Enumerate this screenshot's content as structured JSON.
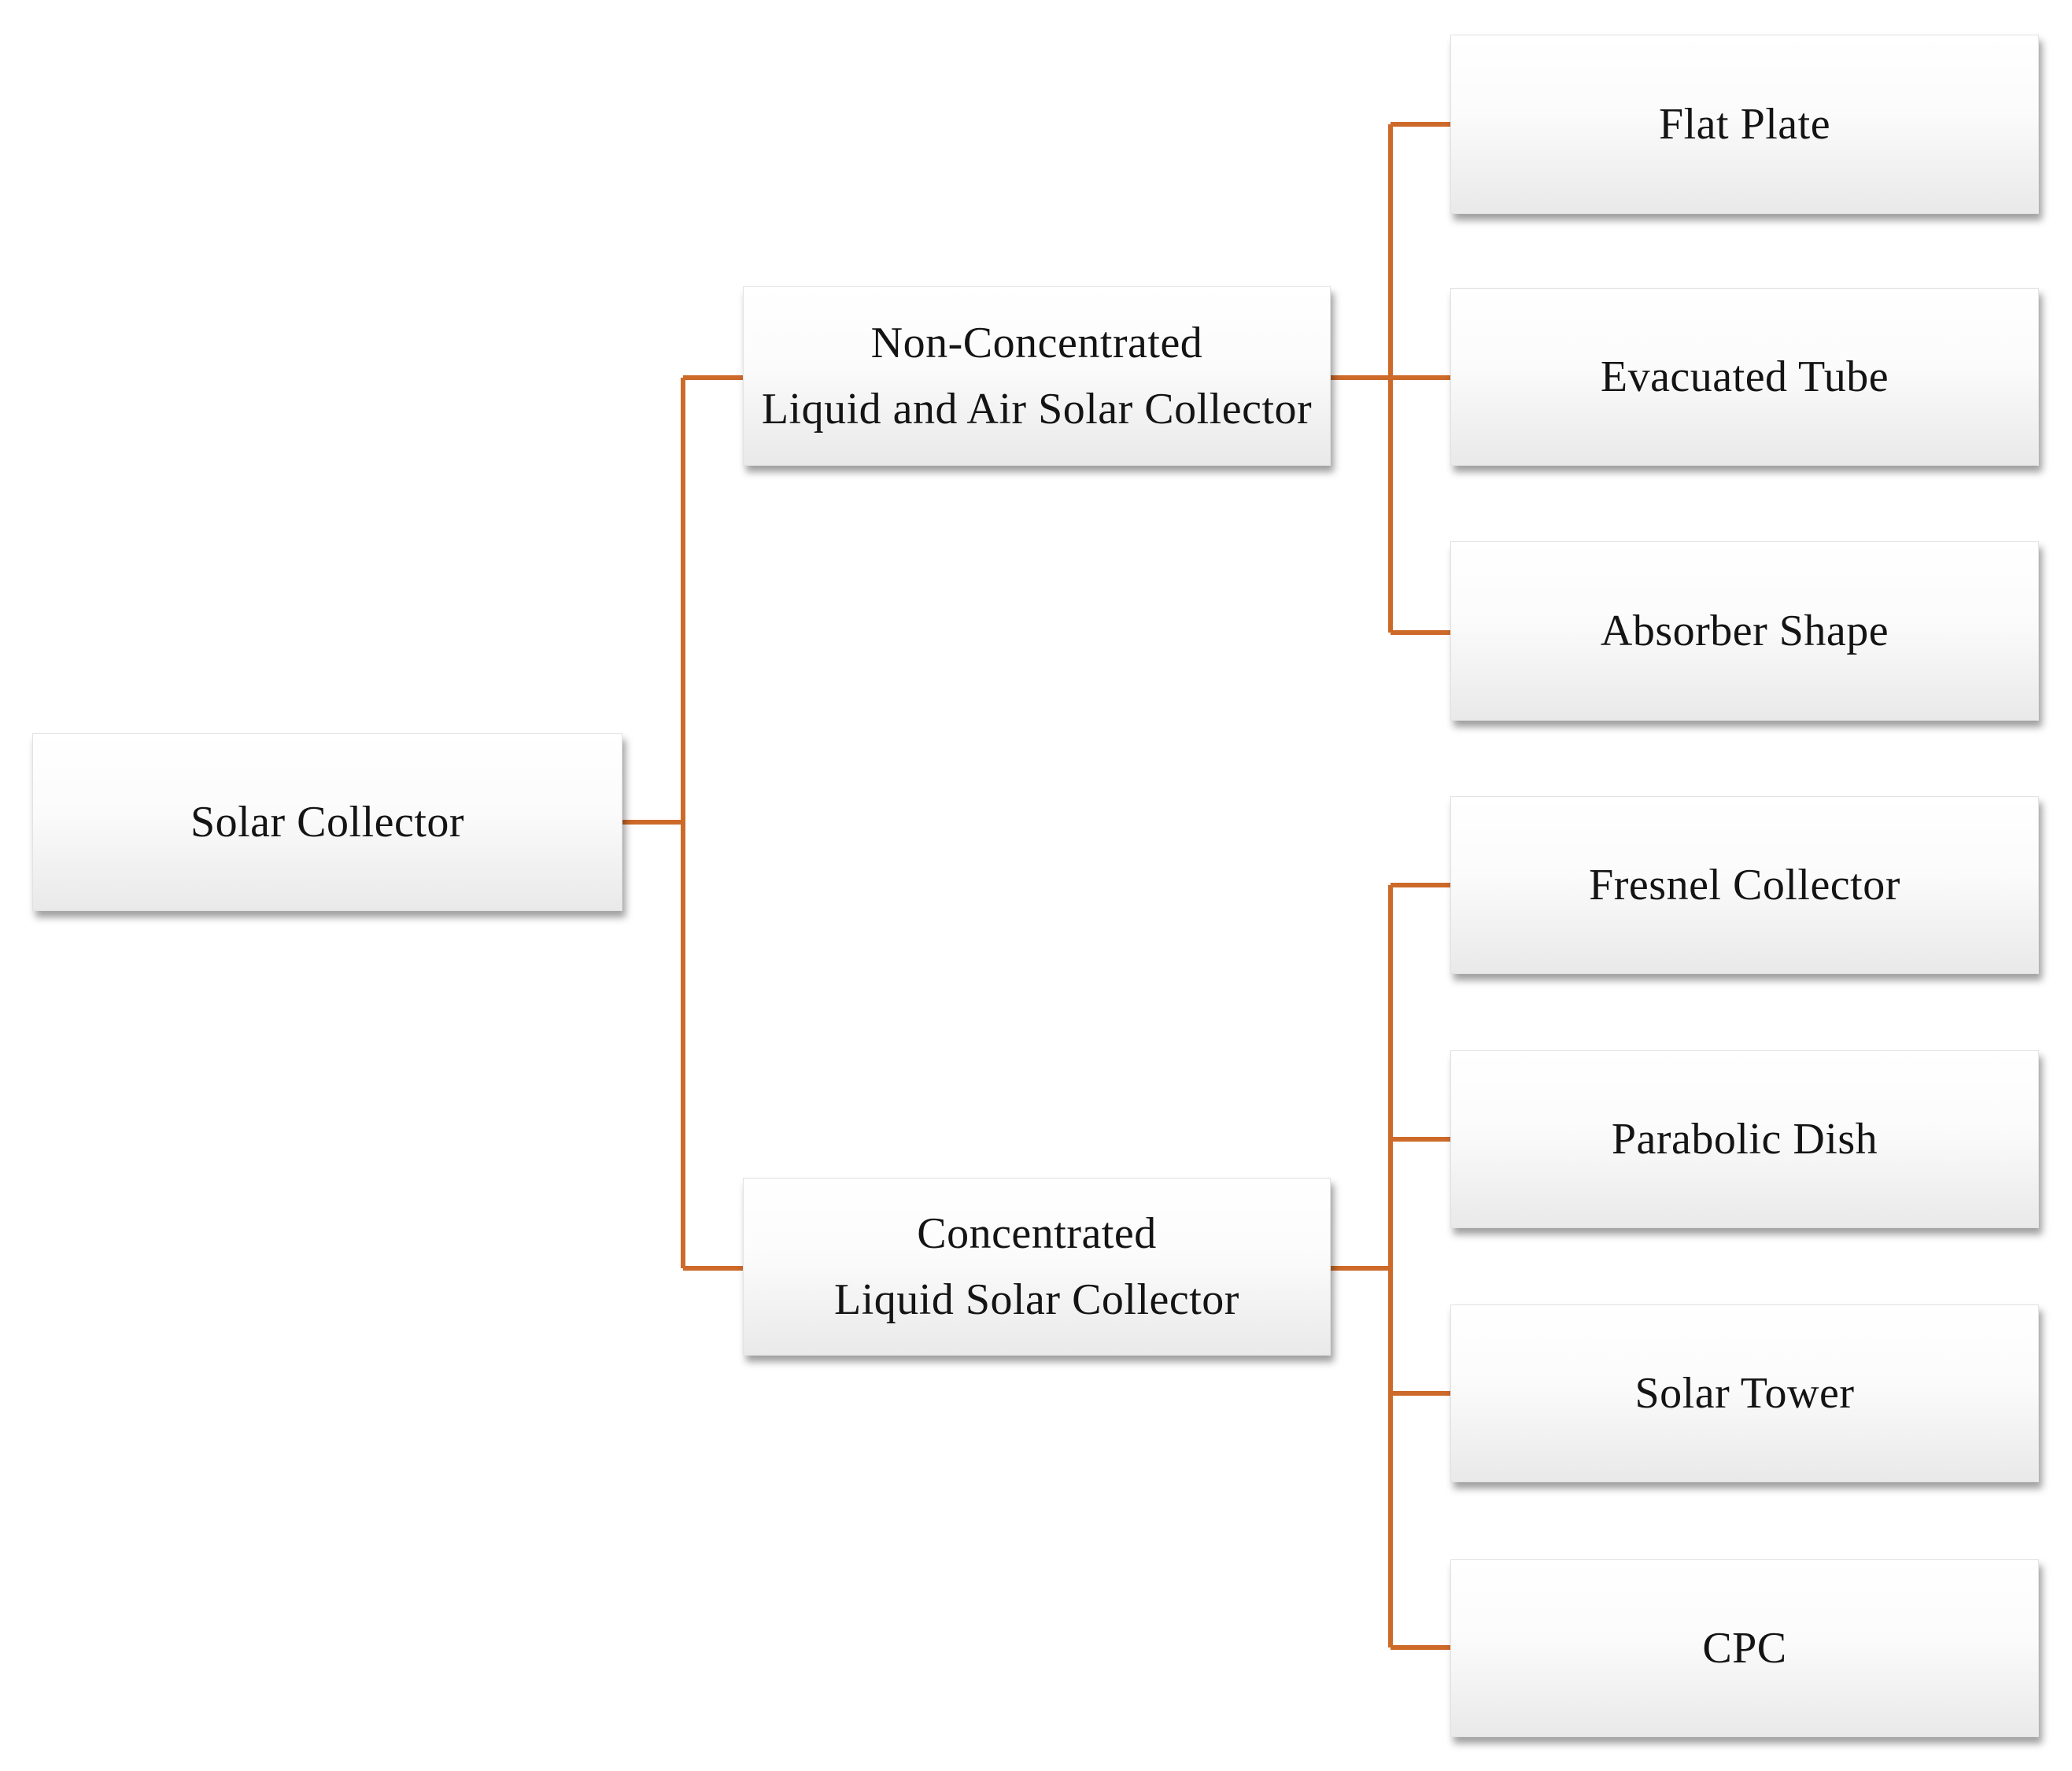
{
  "colors": {
    "connector": "#cd6a2a",
    "box_top": "#ffffff",
    "box_bottom": "#e9e9e9",
    "text": "#141414"
  },
  "root": {
    "label": "Solar Collector"
  },
  "branches": [
    {
      "id": "non-concentrated",
      "label_line1": "Non-Concentrated",
      "label_line2": "Liquid and Air Solar Collector",
      "children": [
        "Flat Plate",
        "Evacuated Tube",
        "Absorber Shape"
      ]
    },
    {
      "id": "concentrated",
      "label_line1": "Concentrated",
      "label_line2": "Liquid Solar Collector",
      "children": [
        "Fresnel Collector",
        "Parabolic Dish",
        "Solar Tower",
        "CPC"
      ]
    }
  ]
}
